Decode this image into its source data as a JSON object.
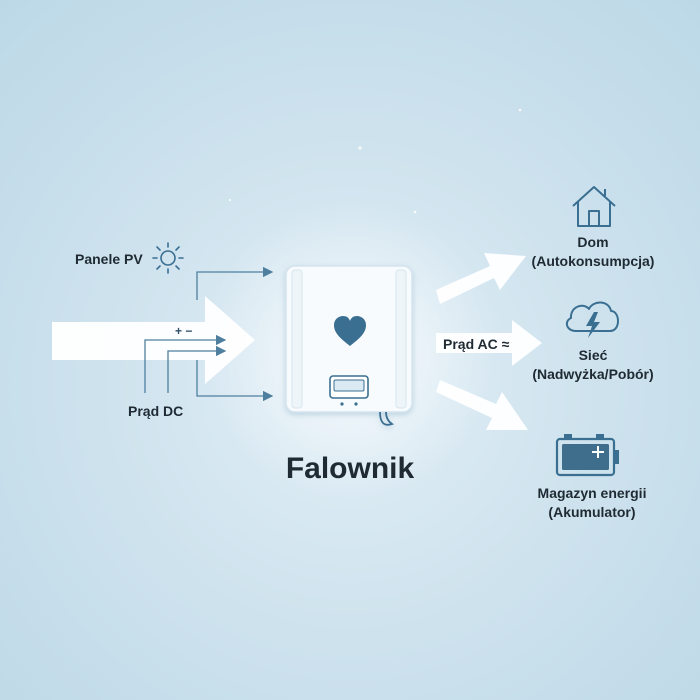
{
  "title": "Falownik",
  "input": {
    "pv_label": "Panele PV",
    "dc_label": "Prąd DC",
    "dc_signs": "+ −"
  },
  "output": {
    "ac_label": "Prąd AC ≈",
    "home": {
      "line1": "Dom",
      "line2": "(Autokonsumpcja)"
    },
    "grid": {
      "line1": "Sieć",
      "line2": "(Nadwyżka/Pobór)"
    },
    "storage": {
      "line1": "Magazyn energii",
      "line2": "(Akumulator)"
    }
  },
  "icons": [
    "sun-icon",
    "heart-icon",
    "house-icon",
    "cloud-lightning-icon",
    "battery-icon"
  ],
  "colors": {
    "accent": "#2f5f7f",
    "icon": "#3a6f92",
    "arrow_fill": "#ffffff",
    "text": "#1f2a33"
  }
}
